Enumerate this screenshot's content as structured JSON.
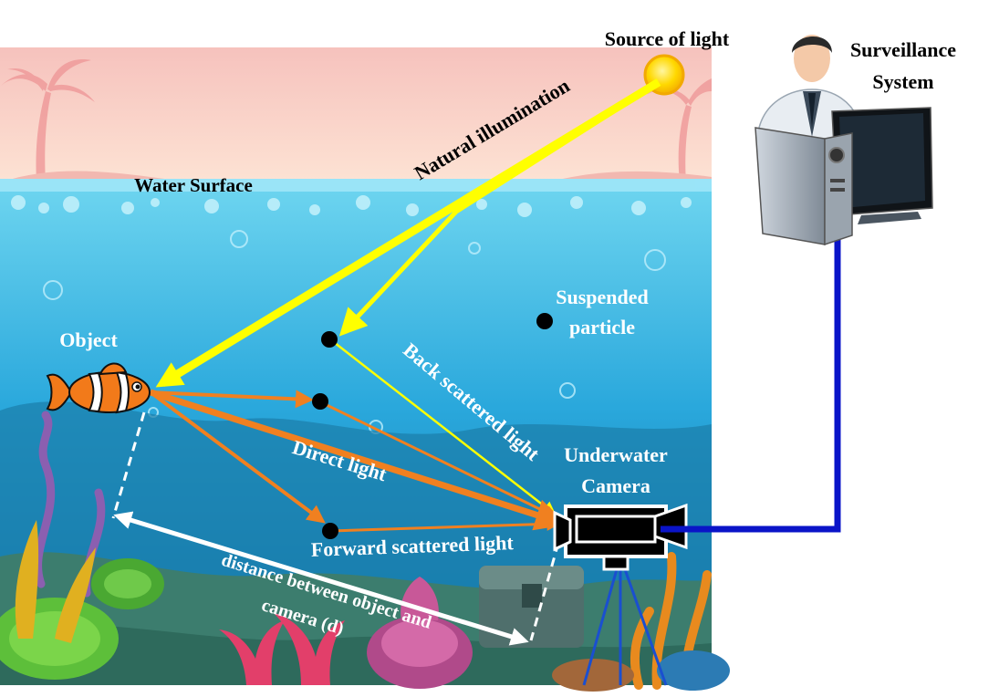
{
  "labels": {
    "source_of_light": "Source of light",
    "surveillance_line1": "Surveillance",
    "surveillance_line2": "System",
    "natural_illumination": "Natural illumination",
    "water_surface": "Water Surface",
    "suspended_line1": "Suspended",
    "suspended_line2": "particle",
    "object": "Object",
    "back_scattered": "Back scattered light",
    "direct_light": "Direct light",
    "underwater_line1": "Underwater",
    "underwater_line2": "Camera",
    "forward_scattered": "Forward scattered light",
    "distance_line1": "distance between object and",
    "distance_line2": "camera (d)"
  },
  "colors": {
    "sky_top": "#f7c8c0",
    "sky_bottom": "#fbe0d0",
    "water_top": "#5fd0ec",
    "water_bottom": "#0a7fb8",
    "sun": "#ffd200",
    "illumination": "#ffff00",
    "scatter": "#f08020",
    "distance": "#ffffff",
    "cable": "#0a14c8"
  },
  "icons": {
    "sun": "sun-icon",
    "fish": "clownfish-icon",
    "camera": "video-camera-icon",
    "person": "operator-icon",
    "computer": "computer-icon",
    "particle": "particle-icon"
  }
}
